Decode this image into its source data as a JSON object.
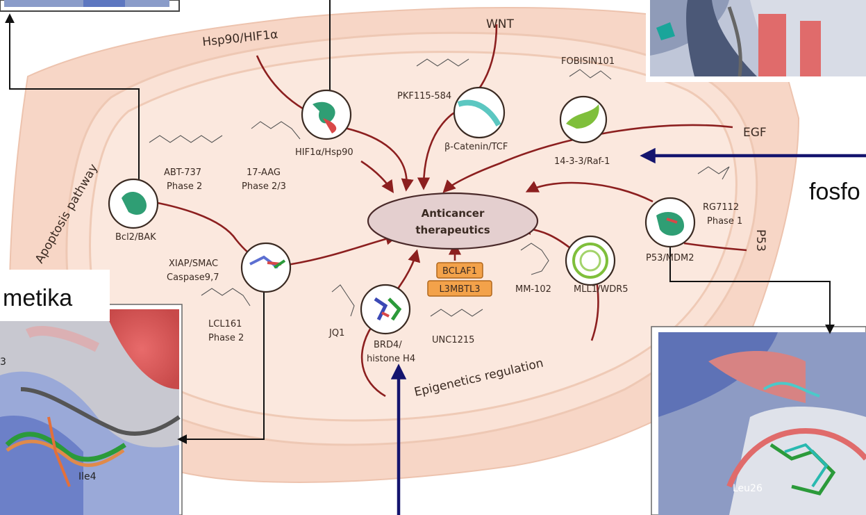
{
  "center": {
    "line1": "Anticancer",
    "line2": "therapeutics"
  },
  "pathways": {
    "hsp90_hif": "Hsp90/HIF1α",
    "wnt": "WNT",
    "egf": "EGF",
    "p53": "P53",
    "apoptosis": "Apoptosis pathway",
    "epigenetics": "Epigenetics regulation"
  },
  "targets": {
    "hif_hsp90": "HIF1α/Hsp90",
    "catenin": "β-Catenin/TCF",
    "raf": "14-3-3/Raf-1",
    "bcl2": "Bcl2/BAK",
    "xiap_1": "XIAP/SMAC",
    "xiap_2": "Caspase9,7",
    "brd4_1": "BRD4/",
    "brd4_2": "histone H4",
    "mll1": "MLL1/WDR5",
    "p53mdm2": "P53/MDM2"
  },
  "compounds": {
    "pkf": "PKF115-584",
    "fobisin": "FOBISIN101",
    "abt": "ABT-737",
    "abt_phase": "Phase 2",
    "aag": "17-AAG",
    "aag_phase": "Phase 2/3",
    "rg": "RG7112",
    "rg_phase": "Phase 1",
    "lcl": "LCL161",
    "lcl_phase": "Phase 2",
    "jq1": "JQ1",
    "unc": "UNC1215",
    "mm": "MM-102",
    "bclaf1": "BCLAF1",
    "l3mbtl3": "L3MBTL3"
  },
  "overlays": {
    "metika": "metika",
    "fosfo": "fosfo",
    "ile4": "Ile4",
    "leu26": "Leu26",
    "p3": "3"
  }
}
